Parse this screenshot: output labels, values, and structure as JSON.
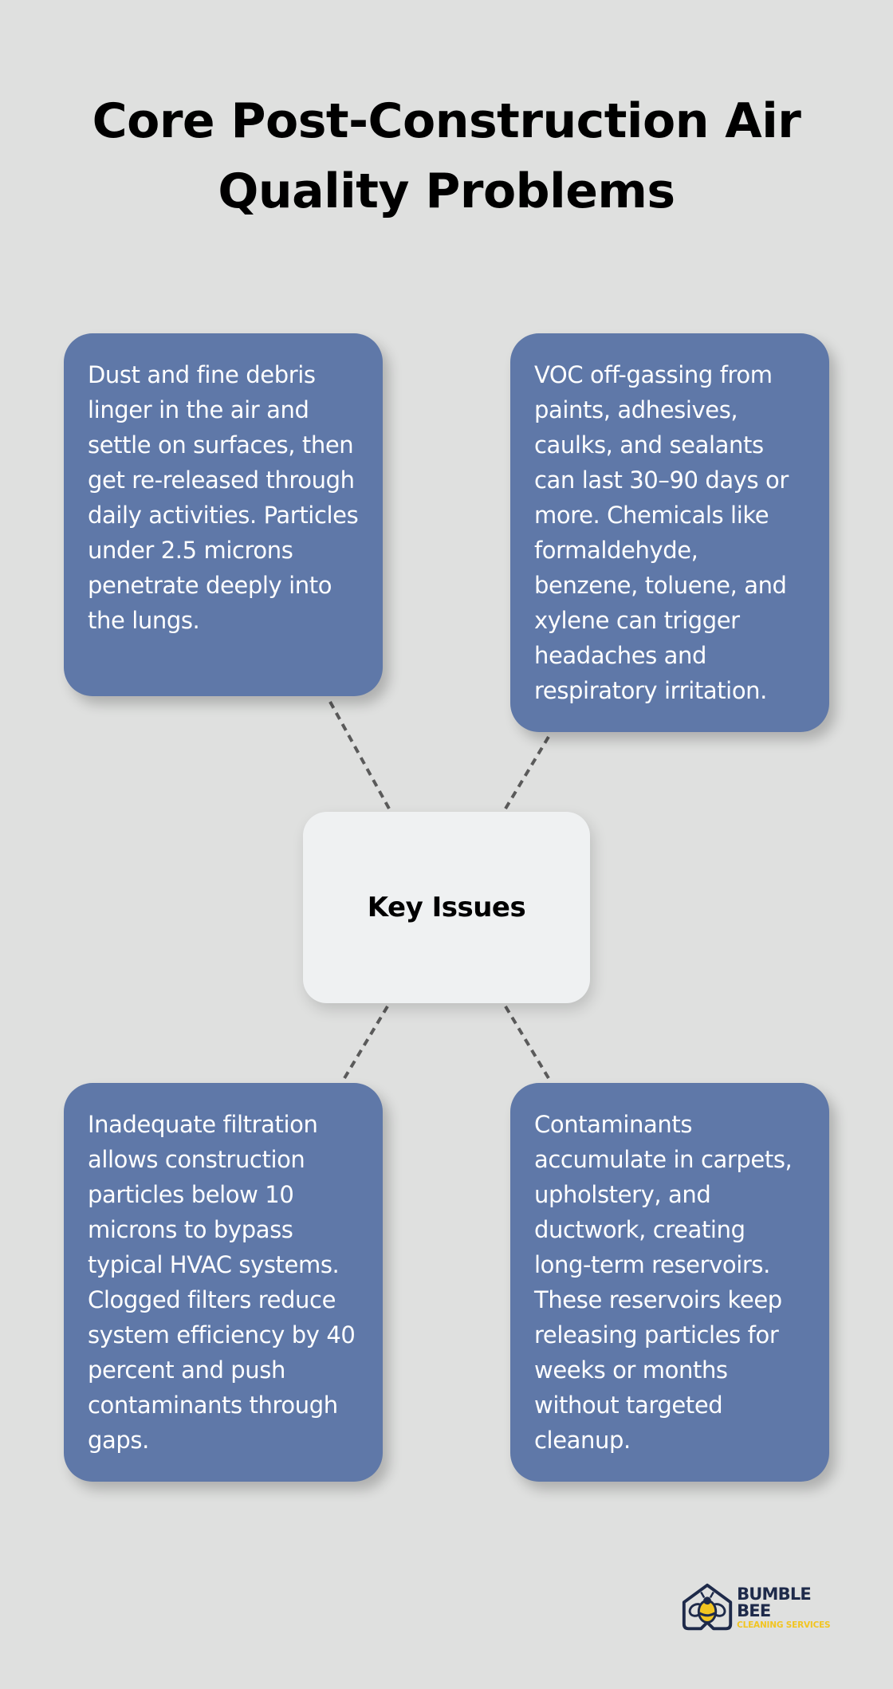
{
  "title": {
    "line1": "Core Post-Construction Air",
    "line2": "Quality Problems"
  },
  "center": {
    "label": "Key Issues"
  },
  "cards": [
    {
      "id": "dust",
      "position": "top-left",
      "text": "Dust and fine debris linger in the air and settle on surfaces, then get re-released through daily activities. Particles under 2.5 microns penetrate deeply into the lungs."
    },
    {
      "id": "voc",
      "position": "top-right",
      "text": "VOC off-gassing from paints, adhesives, caulks, and sealants can last 30–90 days or more. Chemicals like formaldehyde, benzene, toluene, and xylene can trigger headaches and respiratory irritation."
    },
    {
      "id": "filtration",
      "position": "bottom-left",
      "text": "Inadequate filtration allows construction particles below 10 microns to bypass typical HVAC systems. Clogged filters reduce system efficiency by 40 percent and push contaminants through gaps."
    },
    {
      "id": "reservoirs",
      "position": "bottom-right",
      "text": "Contaminants accumulate in carpets, upholstery, and ductwork, creating long-term reservoirs. These reservoirs keep releasing particles for weeks or months without targeted cleanup."
    }
  ],
  "logo": {
    "name": "BUMBLE BEE",
    "tagline": "CLEANING SERVICES",
    "icon": "bee-house-icon"
  },
  "colors": {
    "background": "#dfe0df",
    "card": "#5f78a8",
    "center_box": "#eff1f2",
    "connector": "#5a5a5a",
    "logo_navy": "#1e2a4a",
    "logo_yellow": "#f2c521"
  }
}
